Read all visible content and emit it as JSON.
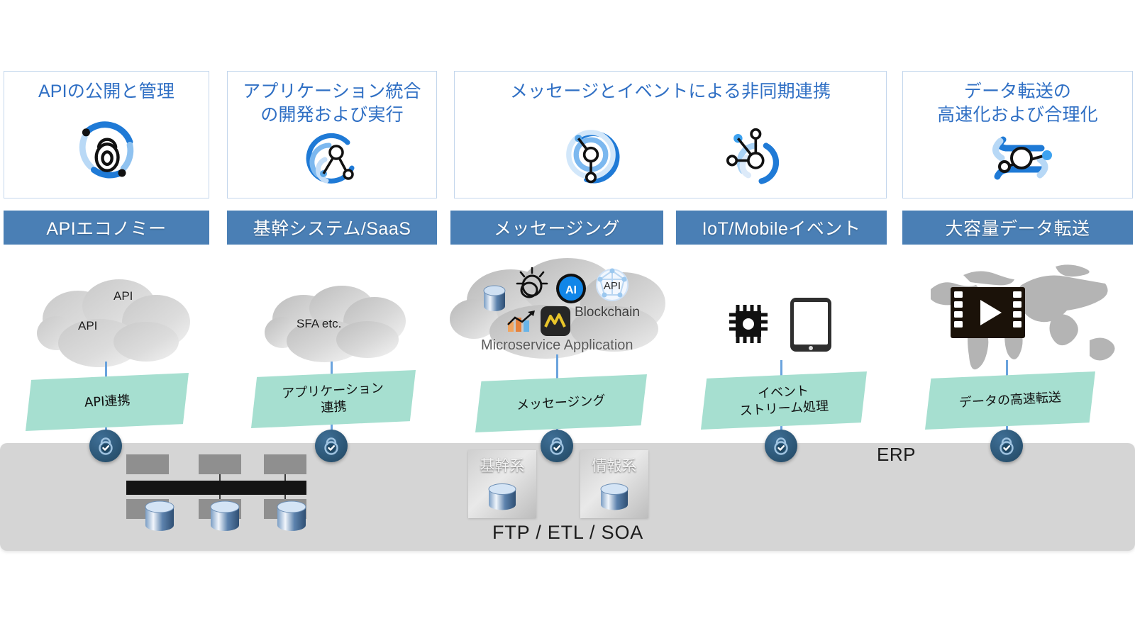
{
  "panels": [
    {
      "title": "APIの公開と管理",
      "icon": "api-lifecycle-icon",
      "label": "APIエコノミー"
    },
    {
      "title": "アプリケーション統合\nの開発および実行",
      "icon": "app-integration-icon",
      "label": "基幹システム/SaaS"
    },
    {
      "title": "メッセージとイベントによる非同期連携",
      "icon": "messaging-icon",
      "icon2": "event-hub-icon",
      "label": "メッセージング",
      "label2": "IoT/Mobileイベント"
    },
    {
      "title": "データ転送の\n高速化および合理化",
      "icon": "data-transfer-icon",
      "label": "大容量データ転送"
    }
  ],
  "clouds": [
    {
      "name": "api-cloud",
      "labels": [
        "API",
        "API"
      ]
    },
    {
      "name": "saas-cloud",
      "labels": [
        "SFA etc."
      ]
    },
    {
      "name": "microservice-cloud",
      "labels": [
        "Blockchain",
        "Microservice Application"
      ],
      "icons": [
        "database-icon",
        "chart-icon",
        "lightbulb-icon",
        "ai-icon",
        "ml-icon",
        "api-blockchain-icon"
      ]
    }
  ],
  "devices": [
    {
      "name": "chip-icon"
    },
    {
      "name": "tablet-icon"
    },
    {
      "name": "video-film-icon"
    },
    {
      "name": "world-map-icon"
    }
  ],
  "banners": [
    {
      "name": "api-integration-banner",
      "text": "API連携"
    },
    {
      "name": "application-integration-banner",
      "text": "アプリケーション\n連携"
    },
    {
      "name": "messaging-banner",
      "text": "メッセージング"
    },
    {
      "name": "event-stream-banner",
      "text": "イベント\nストリーム処理"
    },
    {
      "name": "high-speed-transfer-banner",
      "text": "データの高速転送"
    }
  ],
  "platform": {
    "erp_label": "ERP",
    "legacy_tile_label": "基幹系",
    "information_tile_label": "情報系",
    "protocols_label": "FTP / ETL / SOA"
  },
  "colors": {
    "label_bar_blue": "#4a7fb5",
    "panel_title_blue": "#2f6fc4",
    "banner_green": "#a6dfd0",
    "platform_gray": "#d5d5d5",
    "connector_blue": "#6aa3dd",
    "lock_badge_blue": "#2b5574"
  }
}
